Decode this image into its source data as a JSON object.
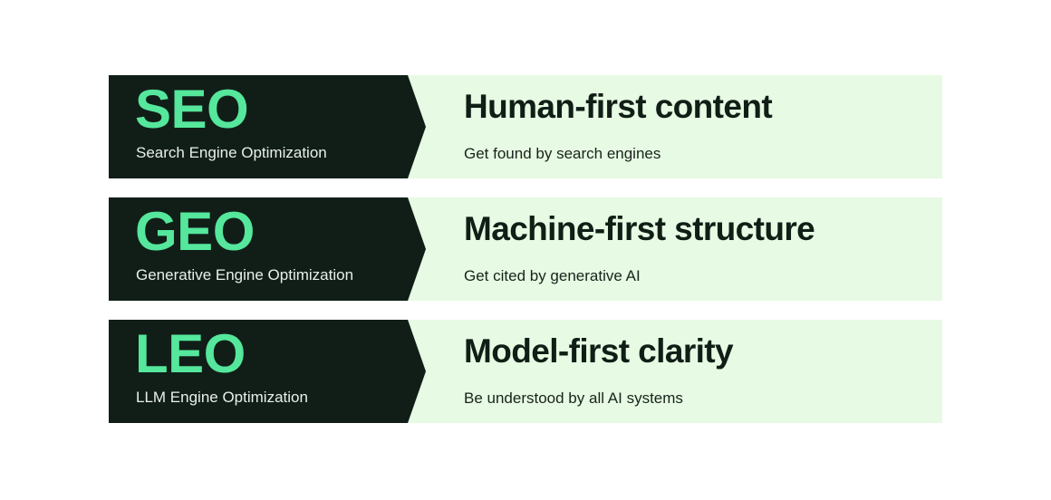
{
  "colors": {
    "page_background": "#ffffff",
    "panel_dark": "#111e18",
    "panel_light": "#e7fae3",
    "accent_green": "#55e79c",
    "dark_text": "#101e16",
    "light_text": "#e9efea"
  },
  "rows": [
    {
      "acronym": "SEO",
      "expansion": "Search Engine Optimization",
      "headline": "Human-first content",
      "subline": "Get found by search engines"
    },
    {
      "acronym": "GEO",
      "expansion": "Generative Engine Optimization",
      "headline": "Machine-first structure",
      "subline": "Get cited by generative AI"
    },
    {
      "acronym": "LEO",
      "expansion": "LLM Engine Optimization",
      "headline": "Model-first clarity",
      "subline": "Be understood by all AI systems"
    }
  ]
}
